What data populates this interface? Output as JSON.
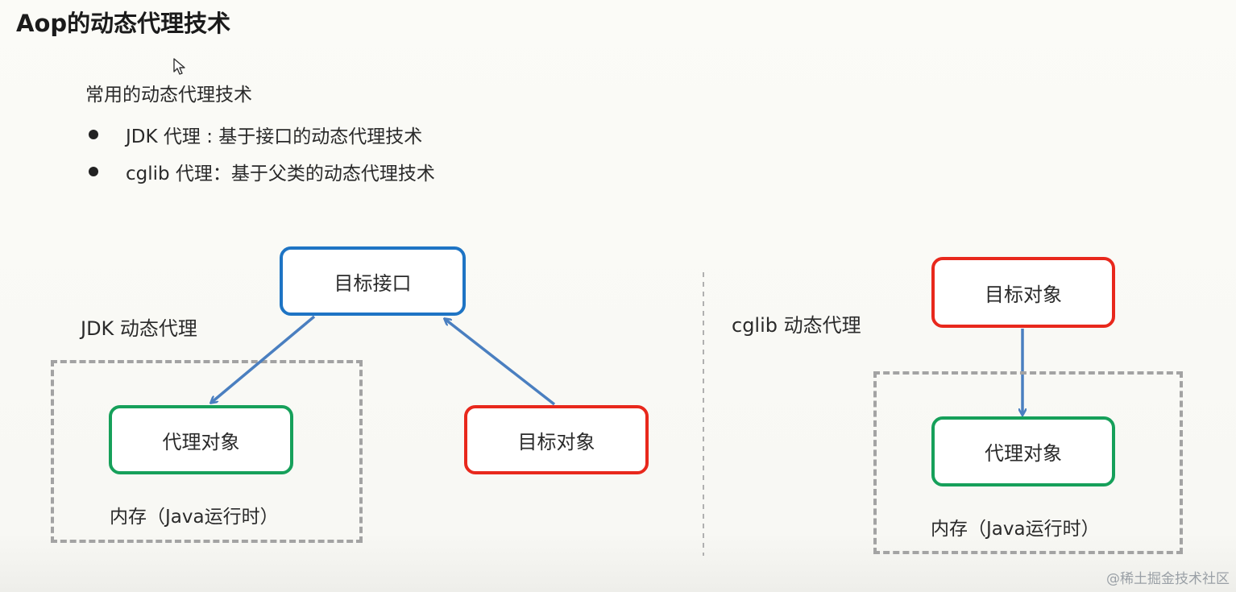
{
  "page": {
    "title": "Aop的动态代理技术",
    "intro": "常用的动态代理技术",
    "bullets": [
      "JDK 代理 : 基于接口的动态代理技术",
      "cglib 代理：基于父类的动态代理技术"
    ]
  },
  "diagram_left": {
    "label": "JDK 动态代理",
    "target_interface": "目标接口",
    "proxy_object": "代理对象",
    "target_object": "目标对象",
    "memory_label": "内存（Java运行时）"
  },
  "diagram_right": {
    "label": "cglib 动态代理",
    "target_object": "目标对象",
    "proxy_object": "代理对象",
    "memory_label": "内存（Java运行时）"
  },
  "watermark": "@稀土掘金技术社区",
  "colors": {
    "interface_border": "#1e74c4",
    "proxy_border": "#16a05a",
    "target_border": "#e8281c",
    "arrow": "#4a7fc0",
    "dashed": "#a3a3a3"
  }
}
